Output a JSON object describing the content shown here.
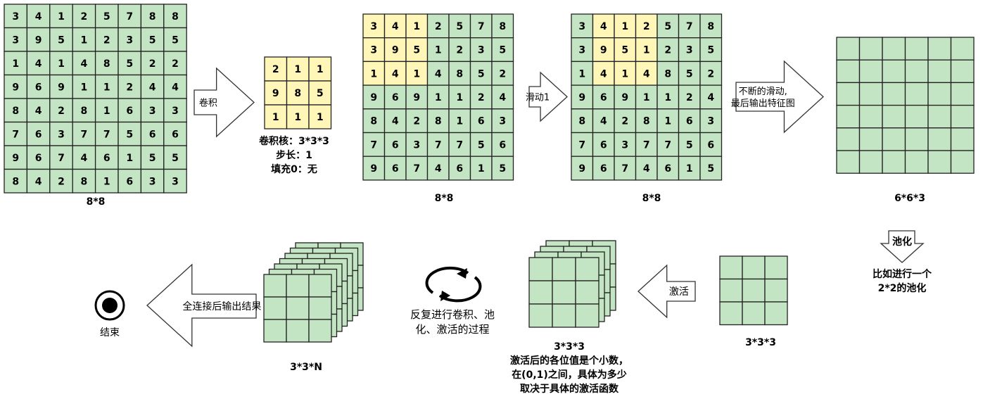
{
  "colors": {
    "green": "#c4e5c3",
    "yellow": "#fff6b8",
    "border": "#222222"
  },
  "matrices": {
    "input": [
      [
        3,
        4,
        1,
        2,
        5,
        7,
        8,
        8
      ],
      [
        3,
        9,
        5,
        1,
        2,
        3,
        5,
        5
      ],
      [
        1,
        4,
        1,
        4,
        8,
        5,
        2,
        2
      ],
      [
        9,
        6,
        9,
        1,
        1,
        2,
        4,
        4
      ],
      [
        8,
        4,
        2,
        8,
        1,
        6,
        3,
        3
      ],
      [
        7,
        6,
        3,
        7,
        7,
        5,
        6,
        6
      ],
      [
        9,
        6,
        7,
        4,
        6,
        1,
        5,
        5
      ],
      [
        8,
        4,
        2,
        8,
        1,
        6,
        3,
        3
      ]
    ],
    "kernel": [
      [
        2,
        1,
        1
      ],
      [
        9,
        8,
        5
      ],
      [
        1,
        1,
        1
      ]
    ],
    "slide0": [
      [
        3,
        4,
        1,
        2,
        5,
        7,
        8
      ],
      [
        3,
        9,
        5,
        1,
        2,
        3,
        5
      ],
      [
        1,
        4,
        1,
        4,
        8,
        5,
        2
      ],
      [
        9,
        6,
        9,
        1,
        1,
        2,
        4
      ],
      [
        8,
        4,
        2,
        8,
        1,
        6,
        3
      ],
      [
        7,
        6,
        3,
        7,
        7,
        5,
        6
      ],
      [
        9,
        6,
        7,
        4,
        6,
        1,
        5
      ]
    ],
    "slide1": [
      [
        3,
        4,
        1,
        2,
        5,
        7,
        8
      ],
      [
        3,
        9,
        5,
        1,
        2,
        3,
        5
      ],
      [
        1,
        4,
        1,
        4,
        8,
        5,
        2
      ],
      [
        9,
        6,
        9,
        1,
        1,
        2,
        4
      ],
      [
        8,
        4,
        2,
        8,
        1,
        6,
        3
      ],
      [
        7,
        6,
        3,
        7,
        7,
        5,
        6
      ],
      [
        9,
        6,
        7,
        4,
        6,
        1,
        5
      ]
    ]
  },
  "labels": {
    "input_size": "8*8",
    "slide0_size": "8*8",
    "slide1_size": "8*8",
    "feature_size": "6*6*3",
    "pooled_size": "3*3*3",
    "activated_size": "3*3*3",
    "final_size": "3*3*N",
    "kernel_info": [
      "卷积核：3*3*3",
      "步长：1",
      "填充0：无"
    ],
    "activated_note": [
      "激活后的各位值是个小数，",
      "在(0,1)之间，具体为多少",
      "取决于具体的激活函数"
    ],
    "pool_note": [
      "比如进行一个",
      "2*2的池化"
    ],
    "repeat_note": [
      "反复进行卷积、池",
      "化、激活的过程"
    ],
    "end": "结束"
  },
  "arrows": {
    "conv": "卷积",
    "slide": "滑动1",
    "continue": [
      "不断的滑动,",
      "最后输出特征图"
    ],
    "pool": "池化",
    "activate": "激活",
    "fc": "全连接后输出结果"
  }
}
